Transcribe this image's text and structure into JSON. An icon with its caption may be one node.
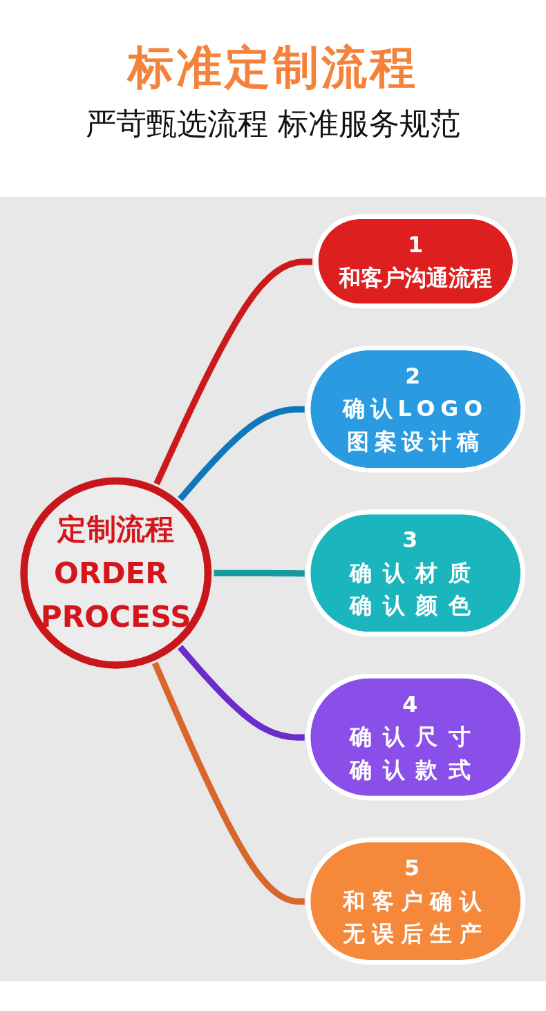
{
  "diagram": {
    "title": "标准定制流程",
    "nodes": [
      {
        "text": [
          "定制流程",
          "ORDER PROCESS"
        ]
      },
      {
        "text": [
          "1",
          "和客户沟通流程"
        ]
      },
      {
        "text": [
          "2",
          "确认LOGO图案设计稿"
        ]
      },
      {
        "text": [
          "3",
          "确认材质确认颜色"
        ]
      },
      {
        "text": [
          "4",
          "确认尺寸确认款式"
        ]
      },
      {
        "text": [
          "5",
          "和客户确认无误后生产"
        ]
      }
    ],
    "edges": [
      {
        "from": 0,
        "to": 1,
        "arrow": "none",
        "color": "#cc1a1a"
      },
      {
        "from": 0,
        "to": 2,
        "arrow": "none",
        "color": "#1177bb"
      },
      {
        "from": 0,
        "to": 3,
        "arrow": "none",
        "color": "#179a9e"
      },
      {
        "from": 0,
        "to": 4,
        "arrow": "none",
        "color": "#6a2ccc"
      },
      {
        "from": 0,
        "to": 5,
        "arrow": "none",
        "color": "#d9662a"
      }
    ],
    "labels": [
      "严苛甄选流程 标准服务规范"
    ]
  }
}
